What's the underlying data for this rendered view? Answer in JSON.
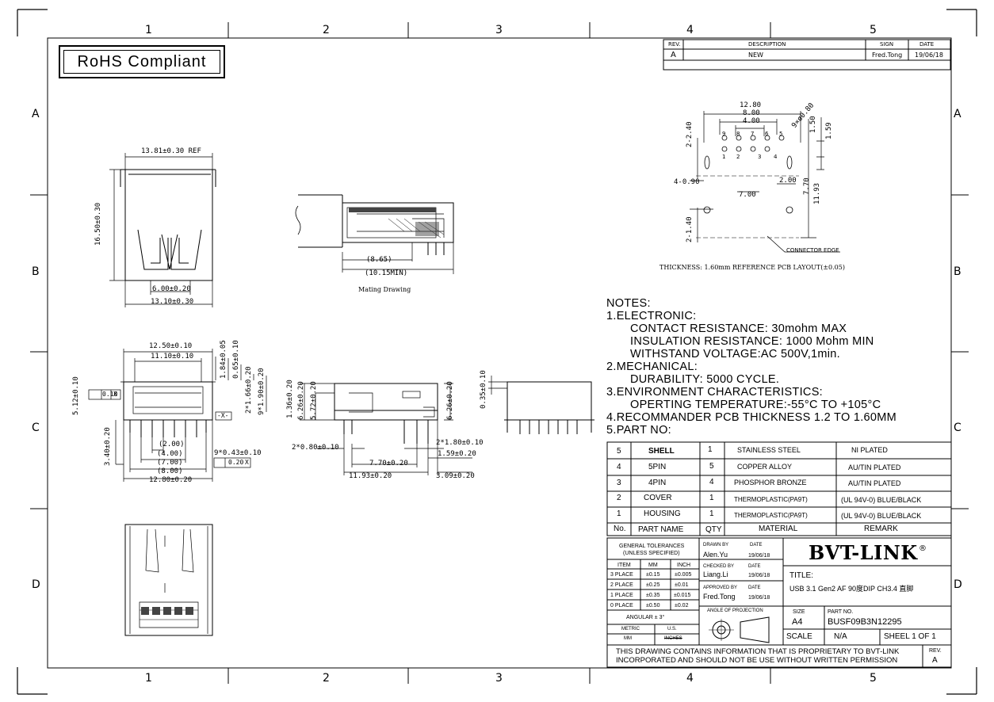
{
  "zones": {
    "cols": [
      "1",
      "2",
      "3",
      "4",
      "5"
    ],
    "rows": [
      "A",
      "B",
      "C",
      "D"
    ]
  },
  "rohs": "RoHS Compliant",
  "revision_table": {
    "headers": [
      "REV.",
      "DESCRIPTION",
      "SIGN",
      "DATE"
    ],
    "row": [
      "A",
      "NEW",
      "Fred.Tong",
      "19/06/18"
    ]
  },
  "dims": {
    "front": {
      "width_ref": "13.81±0.30 REF",
      "height": "16.50±0.30",
      "inner": "6.00±0.20",
      "width": "13.10±0.30"
    },
    "mating": {
      "d1": "(8.65)",
      "d2": "(10.15MIN)",
      "caption": "Mating Drawing"
    },
    "pcb": {
      "w1": "12.80",
      "w2": "8.00",
      "w3": "4.00",
      "holes": "9×ø0.80",
      "p1": "1.50",
      "p2": "1.59",
      "slot": "2-2.40",
      "slot2": "4-0.90",
      "slot3": "2-1.40",
      "d200": "2.00",
      "d700": "7.00",
      "d770": "7.70",
      "d1193": "11.93",
      "edge": "CONNECTOR EDGE",
      "pins_top": [
        "9",
        "8",
        "7",
        "6",
        "5"
      ],
      "pins_bot": [
        "1",
        "2",
        "3",
        "4"
      ],
      "caption": "THICKNESS: 1.60mm REFERENCE PCB LAYOUT(±0.05)"
    },
    "bottom_front": {
      "w1250": "12.50±0.10",
      "w1110": "11.10±0.10",
      "h184": "1.84±0.05",
      "h065": "0.65±0.10",
      "h166": "2*1.66±0.20",
      "h190": "9*1.90±0.20",
      "h512": "5.12±0.10",
      "tol": "0.10",
      "x": "X",
      "x2": "-X-",
      "h340": "3.40±0.20",
      "d200": "(2.00)",
      "d400": "(4.00)",
      "d700": "(7.00)",
      "d800": "(8.00)",
      "w1280": "12.80±0.20",
      "pins": "9*0.43±0.10",
      "tol2": "0.20"
    },
    "side": {
      "h136": "1.36±0.20",
      "h626": "6.26±0.20",
      "h572": "5.72±0.20",
      "p080": "2*0.80±0.10",
      "p180": "2*1.80±0.10",
      "d159": "1.59±0.20",
      "d770": "7.70±0.20",
      "d1193": "11.93±0.20",
      "d309": "3.09±0.20",
      "h626b": "6.26±0.20"
    },
    "rear": {
      "h035": "0.35±0.10"
    }
  },
  "notes": [
    "NOTES:",
    "1.ELECTRONIC:",
    "    CONTACT RESISTANCE: 30mohm MAX",
    "    INSULATION RESISTANCE: 1000 Mohm MIN",
    "    WITHSTAND VOLTAGE:AC 500V,1min.",
    "2.MECHANICAL:",
    "    DURABILITY: 5000 CYCLE.",
    "3.ENVIRONMENT CHARACTERISTICS:",
    "    OPERTING TEMPERATURE:-55°C TO +105°C",
    "4.RECOMMANDER PCB THICKNESS 1.2 TO 1.60MM",
    "5.PART NO:"
  ],
  "bom": {
    "rows": [
      [
        "5",
        "SHELL",
        "1",
        "STAINLESS STEEL",
        "NI PLATED"
      ],
      [
        "4",
        "5PIN",
        "5",
        "COPPER ALLOY",
        "AU/TIN PLATED"
      ],
      [
        "3",
        "4PIN",
        "4",
        "PHOSPHOR BRONZE",
        "AU/TIN PLATED"
      ],
      [
        "2",
        "COVER",
        "1",
        "THERMOPLASTIC(PA9T)",
        "(UL 94V-0) BLUE/BLACK"
      ],
      [
        "1",
        "HOUSING",
        "1",
        "THERMOPLASTIC(PA9T)",
        "(UL 94V-0) BLUE/BLACK"
      ]
    ],
    "header": [
      "No.",
      "PART NAME",
      "QTY",
      "MATERIAL",
      "REMARK"
    ]
  },
  "title_block": {
    "gen_tol": "GENERAL TOLERANCES",
    "unless": "(UNLESS SPECIFIED)",
    "tol_head": [
      "ITEM",
      "MM",
      "INCH"
    ],
    "tol_rows": [
      [
        "3 PLACE",
        "±0.15",
        "±0.005"
      ],
      [
        "2 PLACE",
        "±0.25",
        "±0.01"
      ],
      [
        "1 PLACE",
        "±0.35",
        "±0.015"
      ],
      [
        "0 PLACE",
        "±0.50",
        "±0.02"
      ]
    ],
    "angular": "ANGULAR ± 3°",
    "metric": "METRIC",
    "us": "U.S.",
    "mm": "MM",
    "inches": "INCHES",
    "drawn_by": "DRAWN BY",
    "drawn_name": "Alen.Yu",
    "date_lbl": "DATE",
    "drawn_date": "19/06/18",
    "checked_by": "CHECKED BY",
    "checked_name": "Liang.Li",
    "checked_date": "19/06/18",
    "approved_by": "APPROVED BY",
    "approved_name": "Fred.Tong",
    "approved_date": "19/06/18",
    "angle": "ANGLE OF PROJECTION",
    "company": "BVT-LINK",
    "title_lbl": "TITLE:",
    "title": "USB 3.1 Gen2 AF 90度DIP CH3.4 直脚",
    "size_lbl": "SIZE",
    "size": "A4",
    "partno_lbl": "PART NO.",
    "partno": "BUSF09B3N12295",
    "scale_lbl": "SCALE",
    "scale": "N/A",
    "sheet": "SHEEL 1 OF 1",
    "prop1": "THIS DRAWING CONTAINS INFORMATION THAT IS PROPRIETARY TO BVT-LINK",
    "prop2": "INCORPORATED AND SHOULD NOT BE USE WITHOUT WRITTEN PERMISSION",
    "rev_lbl": "REV.",
    "rev": "A"
  }
}
